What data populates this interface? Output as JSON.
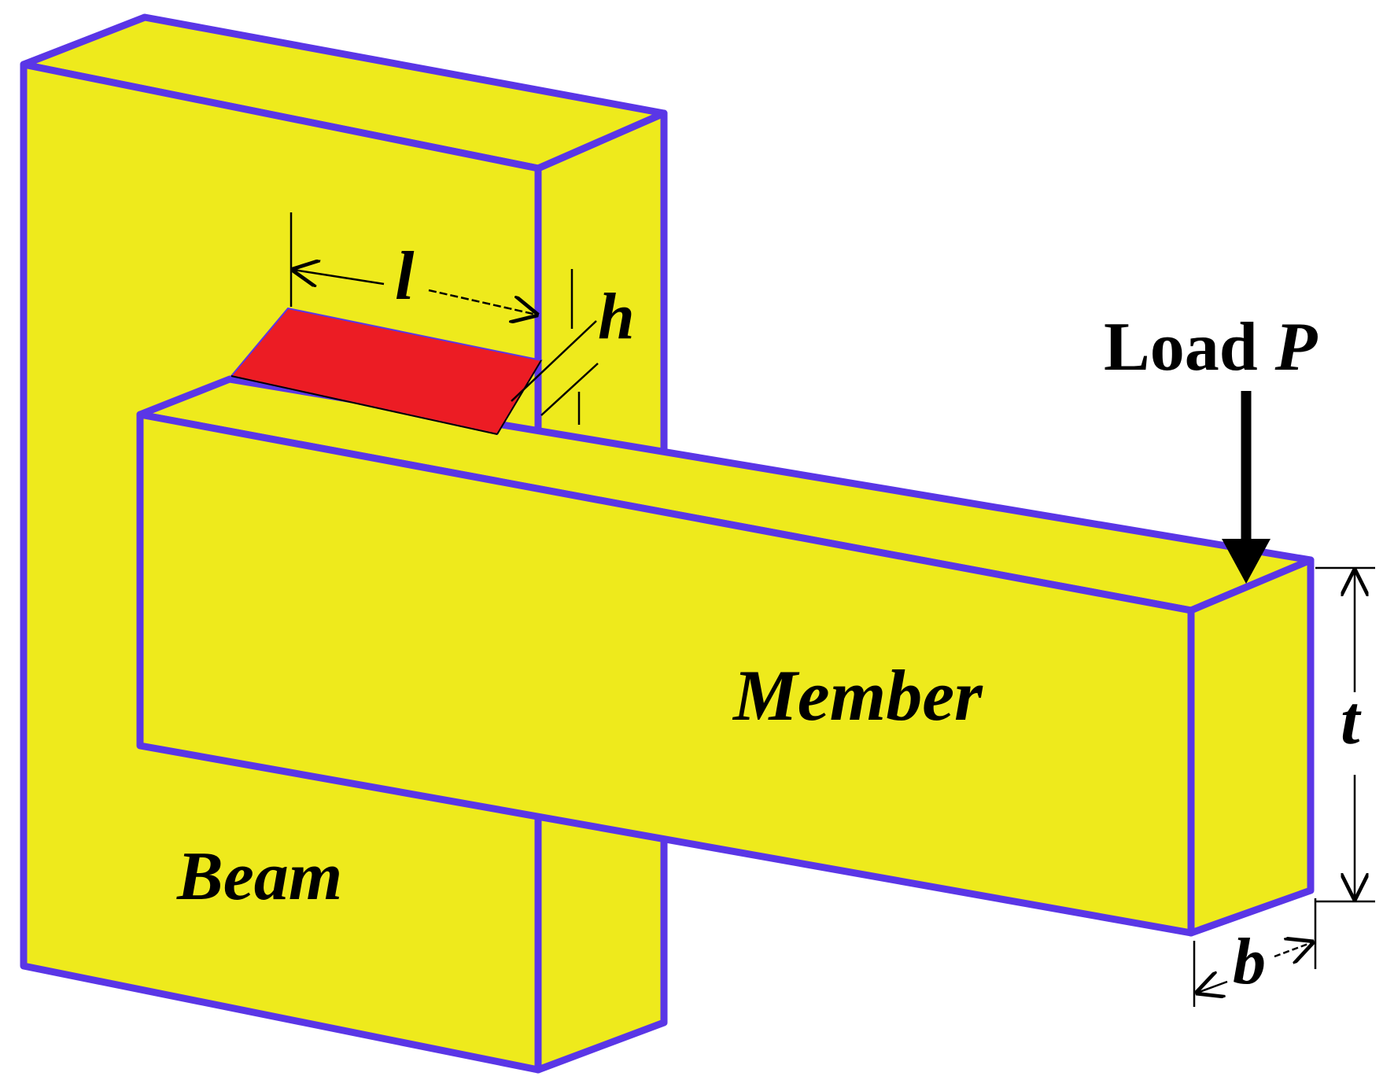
{
  "labels": {
    "beam": "Beam",
    "member": "Member",
    "load_word": "Load ",
    "load_symbol": "P",
    "weld_length": "l",
    "weld_height": "h",
    "member_thickness": "t",
    "member_width": "b"
  },
  "colors": {
    "body_fill": "#eeea1c",
    "edge_stroke": "#5a36e6",
    "weld_fill": "#ec1c24",
    "ink": "#000000",
    "background": "#ffffff"
  }
}
